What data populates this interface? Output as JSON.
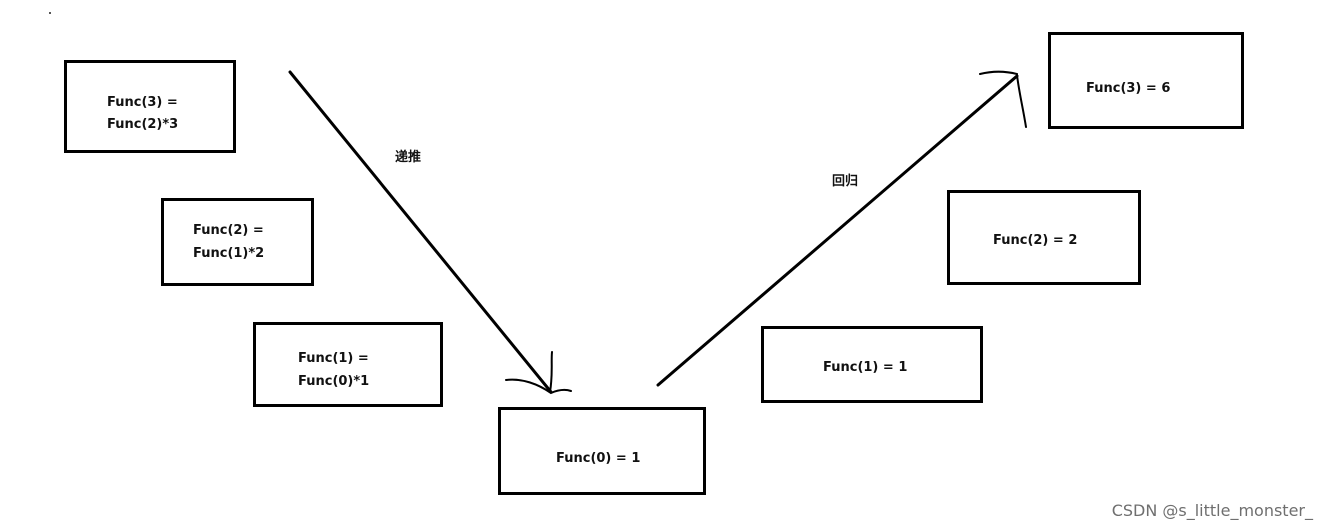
{
  "recursion_boxes": [
    {
      "line1": "Func(3) =",
      "line2": "Func(2)*3"
    },
    {
      "line1": "Func(2) =",
      "line2": "Func(1)*2"
    },
    {
      "line1": "Func(1) =",
      "line2": "Func(0)*1"
    }
  ],
  "base_box": {
    "text": "Func(0) = 1"
  },
  "return_boxes": [
    {
      "text": "Func(1) = 1"
    },
    {
      "text": "Func(2) = 2"
    },
    {
      "text": "Func(3) = 6"
    }
  ],
  "labels": {
    "descend": "递推",
    "ascend": "回归"
  },
  "watermark": "CSDN @s_little_monster_"
}
